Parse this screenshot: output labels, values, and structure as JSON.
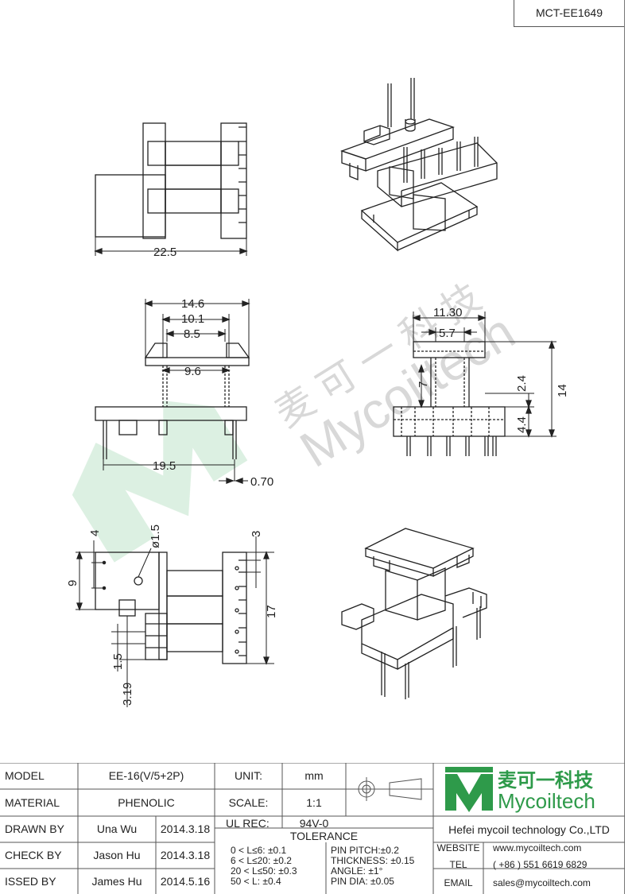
{
  "part_number": "MCT-EE1649",
  "dimensions": {
    "overall_width": "22.5",
    "top_width": "14.6",
    "inner_width": "10.1",
    "slot_width": "8.5",
    "core_width": "9.6",
    "pin_span": "19.5",
    "pin_thickness": "0.70",
    "side_width": "11.30",
    "side_inner": "5.7",
    "height_total": "14",
    "height_pin": "7",
    "height_flange": "2.4",
    "height_base": "4.4",
    "hole_dia": "ø1.5",
    "dim_4": "4",
    "dim_9": "9",
    "dim_3": "3",
    "dim_17": "17",
    "dim_1_5": "1.5",
    "dim_3_19": "3.19"
  },
  "watermark": {
    "cn": "麦 可 一 科 技",
    "en": "Mycoiltech"
  },
  "title_block": {
    "model_label": "MODEL",
    "model_value": "EE-16(V/5+2P)",
    "unit_label": "UNIT:",
    "unit_value": "mm",
    "material_label": "MATERIAL",
    "material_value": "PHENOLIC",
    "scale_label": "SCALE:",
    "scale_value": "1:1",
    "drawn_label": "DRAWN BY",
    "drawn_name": "Una Wu",
    "drawn_date": "2014.3.18",
    "ul_label": "UL REC:",
    "ul_value": "94V-0",
    "tolerance_label": "TOLERANCE",
    "check_label": "CHECK BY",
    "check_name": "Jason Hu",
    "check_date": "2014.3.18",
    "issued_label": "ISSED BY",
    "issued_name": "James Hu",
    "issued_date": "2014.5.16",
    "tol_1": "0 < L≤6:  ±0.1",
    "tol_2": "6 < L≤20: ±0.2",
    "tol_3": "20 < L≤50: ±0.3",
    "tol_4": "50 < L:  ±0.4",
    "pin_pitch": "PIN PITCH:±0.2",
    "thickness": "THICKNESS: ±0.15",
    "angle": "ANGLE: ±1°",
    "pin_dia": "PIN DIA: ±0.05",
    "logo_cn": "麦可一科技",
    "logo_en": "Mycoiltech",
    "company": "Hefei mycoil technology Co.,LTD",
    "website_label": "WEBSITE",
    "website_value": "www.mycoiltech.com",
    "tel_label": "TEL",
    "tel_value": "( +86 ) 551 6619 6829",
    "email_label": "EMAIL",
    "email_value": "sales@mycoiltech.com"
  }
}
